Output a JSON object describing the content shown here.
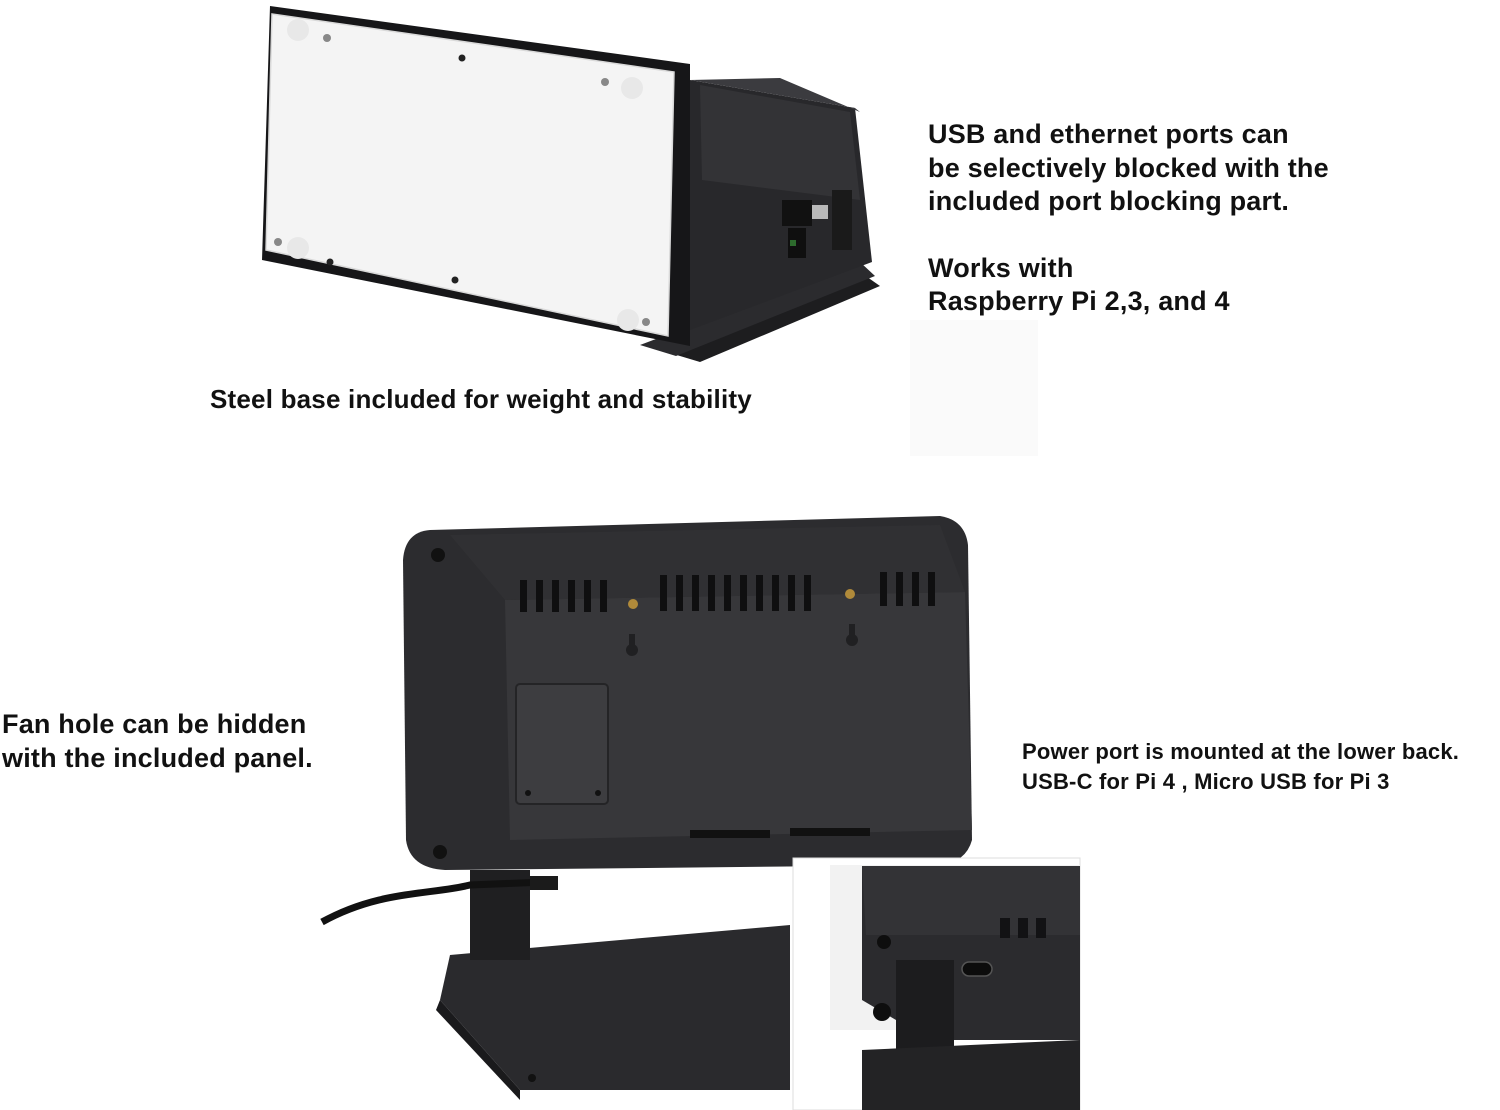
{
  "captions": {
    "ports": {
      "line1": "USB and ethernet ports can",
      "line2": "be selectively blocked with the",
      "line3": "included port blocking part.",
      "line4": "Works with",
      "line5": "Raspberry Pi 2,3, and 4"
    },
    "steel_base": "Steel base included for weight and stability",
    "fan_hole": {
      "line1": "Fan hole can be hidden",
      "line2": "with the included panel."
    },
    "power_port": {
      "line1": "Power port is mounted at the lower back.",
      "line2": "USB-C for Pi 4 , Micro USB for Pi 3"
    }
  },
  "colors": {
    "case_dark": "#2a2a2c",
    "case_mid": "#3a3a3d",
    "panel_white": "#f4f4f4",
    "text": "#111111"
  }
}
